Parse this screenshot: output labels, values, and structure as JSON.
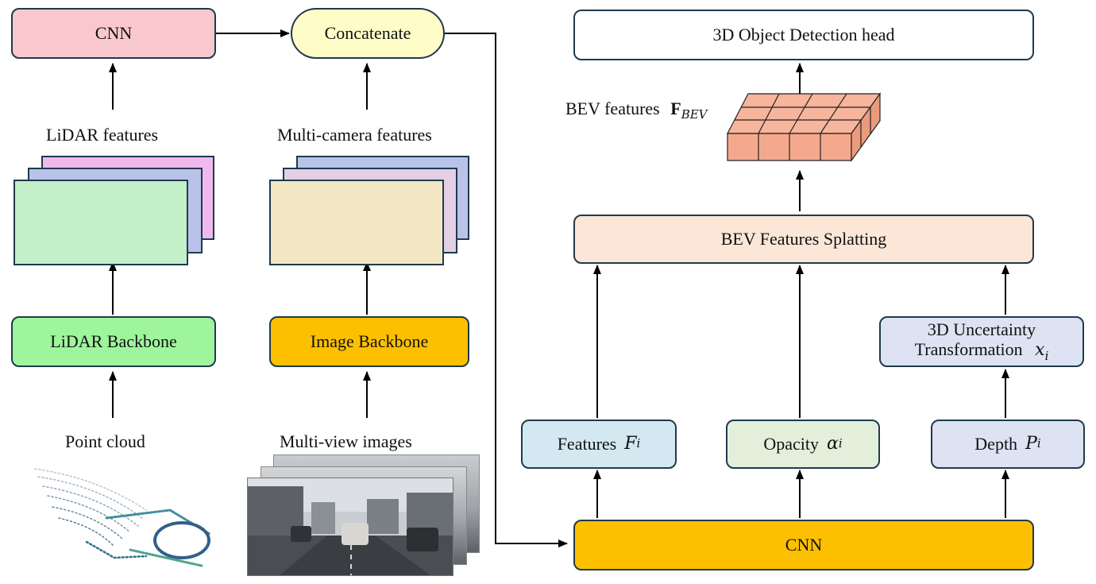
{
  "left": {
    "cnn_label": "CNN",
    "concat_label": "Concatenate",
    "lidar_features_label": "LiDAR features",
    "camera_features_label": "Multi-camera features",
    "lidar_backbone_label": "LiDAR Backbone",
    "image_backbone_label": "Image Backbone",
    "point_cloud_label": "Point cloud",
    "multiview_label": "Multi-view images"
  },
  "right": {
    "detection_head_label": "3D Object Detection head",
    "bev_features_label": "BEV features",
    "bev_symbol": "F",
    "bev_symbol_sub": "BEV",
    "splatting_label": "BEV Features Splatting",
    "uncertainty_line1": "3D Uncertainty",
    "uncertainty_line2": "Transformation",
    "uncertainty_var": "x",
    "uncertainty_sub": "i",
    "features_label": "Features",
    "features_var": "F",
    "features_sub": "i",
    "opacity_label": "Opacity",
    "opacity_var": "α",
    "opacity_sub": "i",
    "depth_label": "Depth",
    "depth_var": "P",
    "depth_sub": "i",
    "cnn_bottom_label": "CNN"
  },
  "colors": {
    "cnn_top": "#f9c8cc",
    "concat": "#fefdc7",
    "lidar_backbone": "#9ef59c",
    "image_backbone": "#fdc000",
    "cnn_bottom": "#fdc000",
    "detection_head": "#ffffff",
    "splatting": "#fbe6d7",
    "uncertainty": "#dde3f3",
    "features": "#d3e8f1",
    "opacity": "#e3efda",
    "depth": "#dde3f3",
    "bev_grid": "#f4a98c"
  }
}
